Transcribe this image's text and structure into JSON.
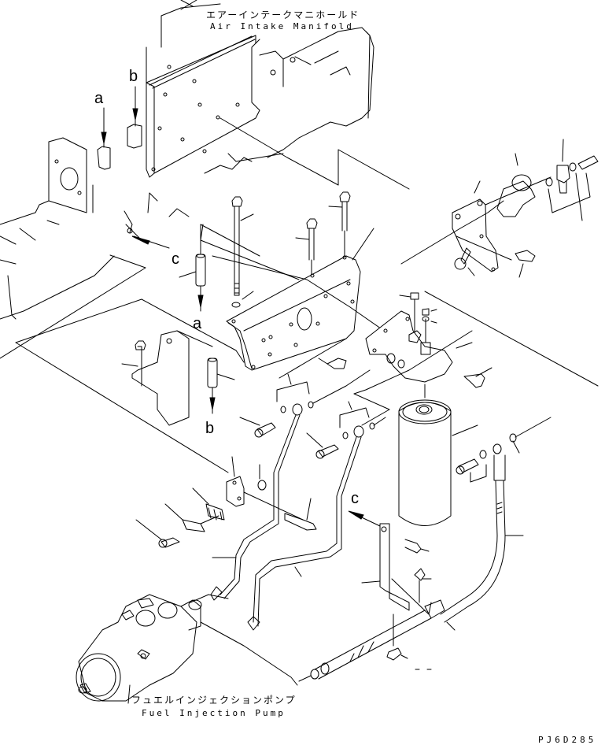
{
  "title": "Fuel filter and fuel piping exploded parts diagram",
  "labels": {
    "air_intake_manifold_jp": "エアーインテークマニホールド",
    "air_intake_manifold_en": "Air Intake Manifold",
    "fuel_injection_pump_jp": "フュエルインジェクションポンプ",
    "fuel_injection_pump_en": "Fuel Injection Pump"
  },
  "reference_letters": {
    "a_top": "a",
    "b_top": "b",
    "c_left": "c",
    "a_mid": "a",
    "b_mid": "b",
    "c_right": "c"
  },
  "drawing_code": "PJ6D285",
  "components": [
    "air-intake-manifold",
    "cylinder-head-block",
    "filter-bracket-plate",
    "spacer-collar-a",
    "spacer-collar-b",
    "mounting-bolts",
    "fuel-filter-head",
    "fuel-filter-cartridge",
    "fuel-line-upper",
    "fuel-line-lower",
    "fuel-hose",
    "hose-clamp-bracket",
    "banjo-fitting",
    "fuel-injection-pump",
    "pipe-clamp"
  ]
}
